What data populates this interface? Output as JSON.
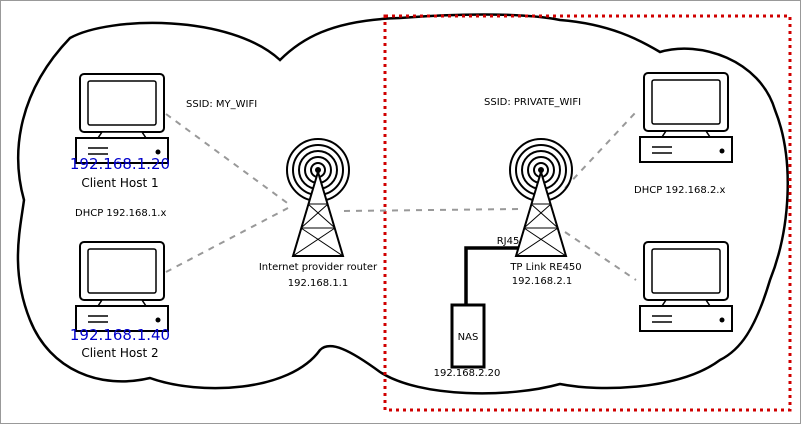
{
  "colors": {
    "ip_highlight": "#0000cc",
    "private_zone_border": "#d00000",
    "link_dashed": "#999999",
    "stroke": "#000000"
  },
  "labels": {
    "ssid_left": "SSID: MY_WIFI",
    "ssid_right": "SSID: PRIVATE_WIFI",
    "dhcp_left": "DHCP 192.168.1.x",
    "dhcp_right": "DHCP 192.168.2.x"
  },
  "hosts": {
    "host1": {
      "ip": "192.168.1.20",
      "name": "Client Host 1"
    },
    "host2": {
      "ip": "192.168.1.40",
      "name": "Client Host 2"
    }
  },
  "routers": {
    "internet": {
      "name": "Internet provider router",
      "ip": "192.168.1.1"
    },
    "repeater": {
      "name": "TP Link RE450",
      "ip": "192.168.2.1"
    }
  },
  "nas": {
    "name": "NAS",
    "ip": "192.168.2.20"
  },
  "cable": {
    "label": "RJ45"
  },
  "icons": [
    "computer-icon",
    "wifi-antenna-icon",
    "nas-box-icon"
  ]
}
